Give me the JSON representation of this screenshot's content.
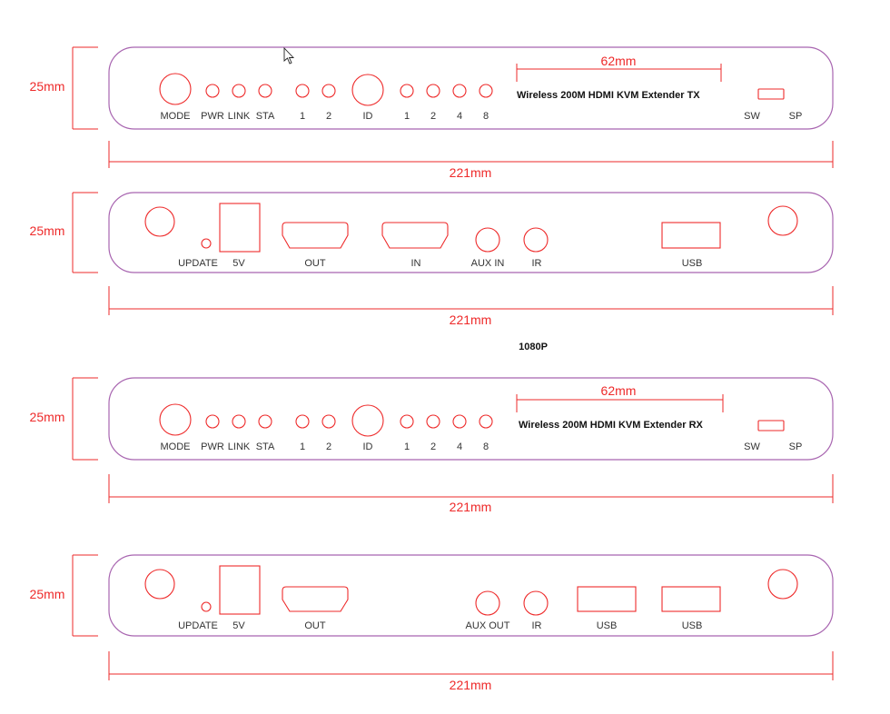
{
  "colors": {
    "outline": "#a865b0",
    "component": "#ee2a2a",
    "dimension": "#ee2a2a",
    "text": "#333333"
  },
  "tx_front": {
    "height": "25mm",
    "width": "221mm",
    "label_width": "62mm",
    "title": "Wireless 200M HDMI KVM Extender TX",
    "labels": [
      "MODE",
      "PWR",
      "LINK",
      "STA",
      "1",
      "2",
      "ID",
      "1",
      "2",
      "4",
      "8"
    ],
    "sw": "SW",
    "sp": "SP"
  },
  "tx_rear": {
    "height": "25mm",
    "width": "221mm",
    "labels": [
      "UPDATE",
      "5V",
      "OUT",
      "IN",
      "AUX IN",
      "IR",
      "USB"
    ]
  },
  "resolution_label": "1080P",
  "rx_front": {
    "height": "25mm",
    "width": "221mm",
    "label_width": "62mm",
    "title": "Wireless 200M HDMI KVM Extender RX",
    "labels": [
      "MODE",
      "PWR",
      "LINK",
      "STA",
      "1",
      "2",
      "ID",
      "1",
      "2",
      "4",
      "8"
    ],
    "sw": "SW",
    "sp": "SP"
  },
  "rx_rear": {
    "height": "25mm",
    "width": "221mm",
    "labels": [
      "UPDATE",
      "5V",
      "OUT",
      "AUX OUT",
      "IR",
      "USB",
      "USB"
    ]
  }
}
